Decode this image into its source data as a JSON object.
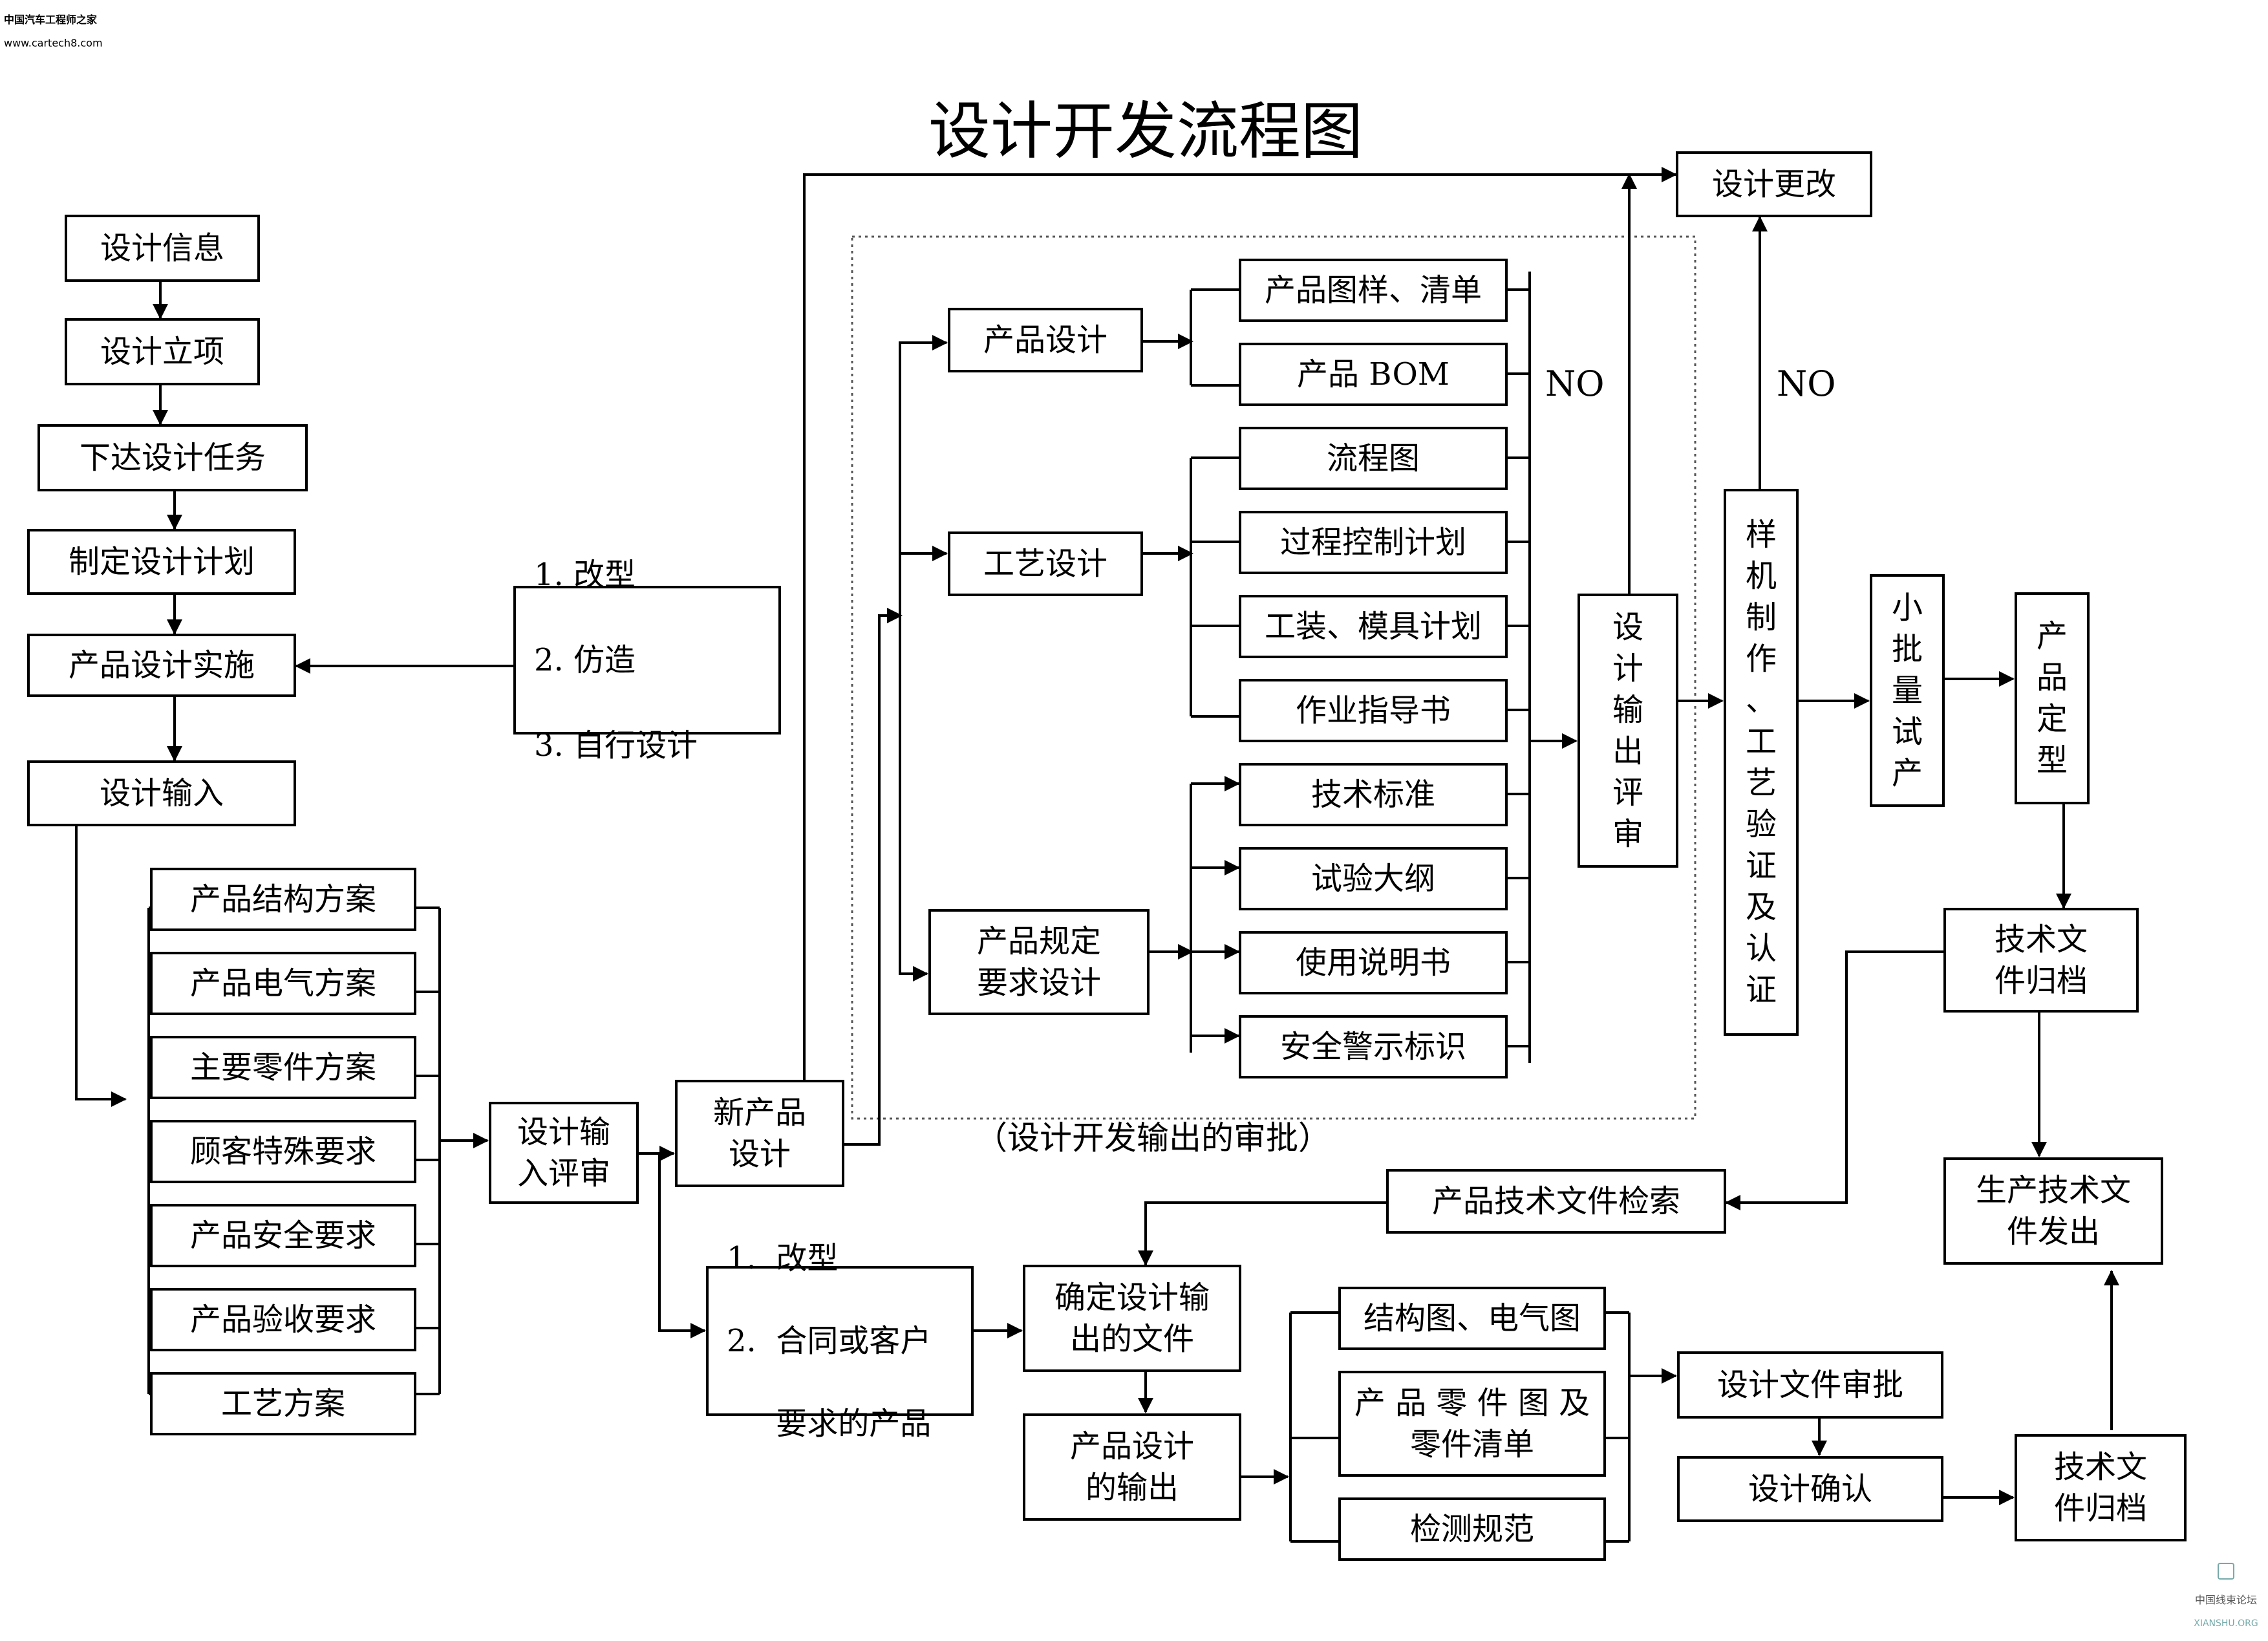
{
  "watermark": {
    "line1": "中国汽车工程师之家",
    "line2": "www.cartech8.com"
  },
  "title": "设计开发流程图",
  "left_flow": [
    "设计信息",
    "设计立项",
    "下达设计任务",
    "制定设计计划",
    "产品设计实施",
    "设计输入"
  ],
  "design_options": [
    "1.  改型",
    "2.  仿造",
    "3.  自行设计"
  ],
  "input_items": [
    "产品结构方案",
    "产品电气方案",
    "主要零件方案",
    "顾客特殊要求",
    "产品安全要求",
    "产品验收要求",
    "工艺方案"
  ],
  "input_review": "设计输\n入评审",
  "new_product": "新产品\n设计",
  "branches": {
    "product_design": "产品设计",
    "process_design": "工艺设计",
    "spec_design": "产品规定\n要求设计"
  },
  "outputs": [
    "产品图样、清单",
    "产品 BOM",
    "流程图",
    "过程控制计划",
    "工装、模具计划",
    "作业指导书",
    "技术标准",
    "试验大纲",
    "使用说明书",
    "安全警示标识"
  ],
  "output_review": "设\n计\n输\n出\n评\n审",
  "no_labels": [
    "NO",
    "NO"
  ],
  "design_change": "设计更改",
  "prototype": "样\n机\n制\n作\n、\n工\n艺\n验\n证\n及\n认\n证",
  "small_batch": "小\n批\n量\n试\n产",
  "finalize": "产\n品\n定\n型",
  "archive_top": "技术文\n件归档",
  "release": "生产技术文\n件发出",
  "retrieval": "产品技术文件检索",
  "dotted_caption": "（设计开发输出的审批）",
  "modify_options": [
    "1.  改型",
    "2.  合同或客户",
    "     要求的产品"
  ],
  "confirm_docs": "确定设计输\n出的文件",
  "design_output": "产品设计\n的输出",
  "doc_items": [
    "结构图、电气图",
    "产 品 零 件 图 及\n零件清单",
    "检测规范"
  ],
  "doc_approval": "设计文件审批",
  "design_confirm": "设计确认",
  "archive_bottom": "技术文\n件归档",
  "footer_logo": {
    "line1": "中国线束论坛",
    "line2": "XIANSHU.ORG"
  }
}
